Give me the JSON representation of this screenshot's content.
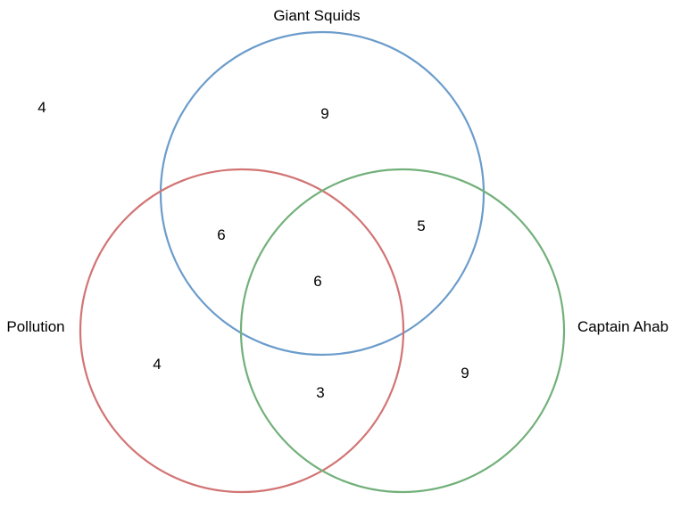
{
  "sets": [
    {
      "id": "giant_squids",
      "label": "Giant Squids",
      "color": "#6b9ccb"
    },
    {
      "id": "pollution",
      "label": "Pollution",
      "color": "#d27474"
    },
    {
      "id": "captain_ahab",
      "label": "Captain Ahab",
      "color": "#72b07a"
    }
  ],
  "regions": {
    "outside": "4",
    "giant_squids_only": "9",
    "giant_squids_pollution": "6",
    "giant_squids_captain_ahab": "5",
    "all_three": "6",
    "pollution_only": "4",
    "pollution_captain_ahab": "3",
    "captain_ahab_only": "9"
  }
}
